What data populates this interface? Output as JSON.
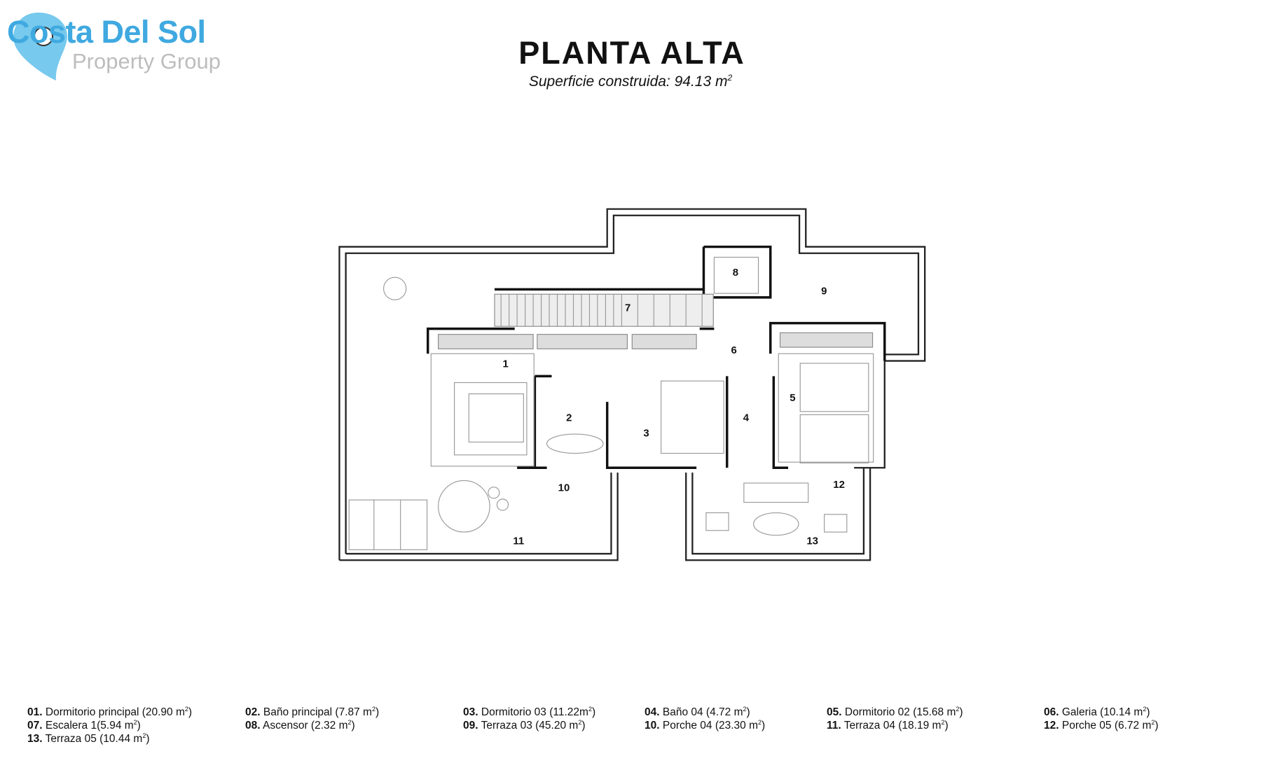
{
  "logo": {
    "main": "Costa Del Sol",
    "sub": "Property Group",
    "color": "#3fa9e0"
  },
  "header": {
    "title": "PLANTA ALTA",
    "subtitle": "Superficie construida: 94.13 m",
    "subtitle_sup": "2"
  },
  "plan": {
    "room_numbers": [
      "1",
      "2",
      "3",
      "4",
      "5",
      "6",
      "7",
      "8",
      "9",
      "10",
      "11",
      "12",
      "13"
    ]
  },
  "legend": [
    {
      "num": "01.",
      "text": "Dormitorio principal (20.90 m",
      "close": ")"
    },
    {
      "num": "02.",
      "text": "Baño principal (7.87 m",
      "close": ")"
    },
    {
      "num": "03.",
      "text": "Dormitorio 03 (11.22m",
      "close": ")"
    },
    {
      "num": "04.",
      "text": "Baño 04 (4.72 m",
      "close": ")"
    },
    {
      "num": "05.",
      "text": "Dormitorio 02 (15.68 m",
      "close": ")"
    },
    {
      "num": "06.",
      "text": "Galeria (10.14 m",
      "close": ")"
    },
    {
      "num": "07.",
      "text": "Escalera 1(5.94 m",
      "close": ")"
    },
    {
      "num": "08.",
      "text": "Ascensor (2.32 m",
      "close": ")"
    },
    {
      "num": "09.",
      "text": "Terraza 03 (45.20 m",
      "close": ")"
    },
    {
      "num": "10.",
      "text": "Porche 04 (23.30 m",
      "close": ")"
    },
    {
      "num": "11.",
      "text": "Terraza 04 (18.19 m",
      "close": ")"
    },
    {
      "num": "12.",
      "text": "Porche 05 (6.72 m",
      "close": ")"
    },
    {
      "num": "13.",
      "text": "Terraza 05 (10.44 m",
      "close": ")"
    }
  ],
  "sup": "2"
}
